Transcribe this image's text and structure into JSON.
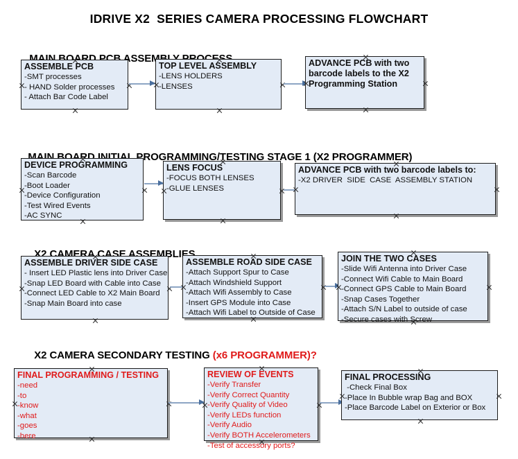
{
  "document": {
    "title": "IDRIVE X2  SERIES CAMERA PROCESSING FLOWCHART"
  },
  "colors": {
    "box_fill": "#e3ebf6",
    "box_border": "#1b1b1b",
    "shadow": "#9a9a9a",
    "arrow": "#8da5c4",
    "arrow_head": "#4a6f9e",
    "text": "#111111",
    "accent_red": "#e01b1b"
  },
  "sections": [
    {
      "heading": "MAIN BOARD PCB ASSEMBLY PROCESS",
      "heading_accent": "",
      "boxes": [
        {
          "title": "ASSEMBLE PCB",
          "title_red": false,
          "lines": [
            "-SMT processes",
            "- HAND Solder processes",
            "- Attach Bar Code Label"
          ]
        },
        {
          "title": "TOP LEVEL ASSEMBLY",
          "title_red": false,
          "lines": [
            "-LENS HOLDERS",
            "-LENSES"
          ]
        },
        {
          "title": "ADVANCE PCB with two\nbarcode labels to the\n X2 Programming Station",
          "title_red": false,
          "lines": []
        }
      ]
    },
    {
      "heading": "MAIN BOARD INITIAL PROGRAMMING/TESTING STAGE 1 (X2 PROGRAMMER)",
      "heading_accent": "",
      "boxes": [
        {
          "title": "DEVICE PROGRAMMING",
          "title_red": false,
          "lines": [
            "-Scan Barcode",
            "-Boot Loader",
            "-Device Configuration",
            "-Test Wired Events",
            "-AC SYNC"
          ]
        },
        {
          "title": "LENS FOCUS",
          "title_red": false,
          "lines": [
            "-FOCUS BOTH LENSES",
            "-GLUE LENSES"
          ]
        },
        {
          "title": "ADVANCE PCB with two barcode labels to:",
          "title_red": false,
          "lines": [
            "-X2 DRIVER  SIDE  CASE  ASSEMBLY STATION"
          ]
        }
      ]
    },
    {
      "heading": "X2 CAMERA CASE ASSEMBLIES",
      "heading_accent": "",
      "boxes": [
        {
          "title": "ASSEMBLE DRIVER SIDE CASE",
          "title_red": false,
          "lines": [
            "- Insert LED Plastic lens into Driver Case",
            "-Snap LED Board with Cable into Case",
            "-Connect LED Cable to X2 Main Board",
            "-Snap Main Board into case"
          ]
        },
        {
          "title": "ASSEMBLE ROAD SIDE CASE",
          "title_red": false,
          "lines": [
            "-Attach Support Spur to Case",
            "-Attach Windshield Support",
            "-Attach Wifi Assembly to Case",
            "-Insert GPS Module into Case",
            "-Attach Wifi Label to Outside of Case"
          ]
        },
        {
          "title": "JOIN THE TWO CASES",
          "title_red": false,
          "lines": [
            "-Slide Wifi Antenna into Driver Case",
            "-Connect Wifi Cable to Main Board",
            "-Connect GPS Cable to Main Board",
            "-Snap Cases Together",
            "-Attach S/N Label to outside of case",
            "-Secure cases with Screw"
          ]
        }
      ]
    },
    {
      "heading": "X2 CAMERA SECONDARY TESTING ",
      "heading_accent": "(x6 PROGRAMMER)?",
      "boxes": [
        {
          "title": "FINAL PROGRAMMING / TESTING",
          "title_red": true,
          "lines": [
            "-need",
            "-to",
            "-know",
            "-what",
            "-goes",
            "-here"
          ]
        },
        {
          "title": "REVIEW OF EVENTS",
          "title_red": true,
          "lines": [
            "-Verify Transfer",
            "-Verify Correct Quantity",
            "-Verify Quality of Video",
            "-Verify LEDs function",
            "-Verify Audio",
            "-Verify BOTH Accelerometers",
            "-Test of accessory ports?"
          ]
        },
        {
          "title": "FINAL PROCESSING",
          "title_red": false,
          "lines": [
            " -Check Final Box",
            "-Place In Bubble wrap Bag and BOX",
            "-Place Barcode Label on Exterior or Box"
          ]
        }
      ]
    }
  ]
}
